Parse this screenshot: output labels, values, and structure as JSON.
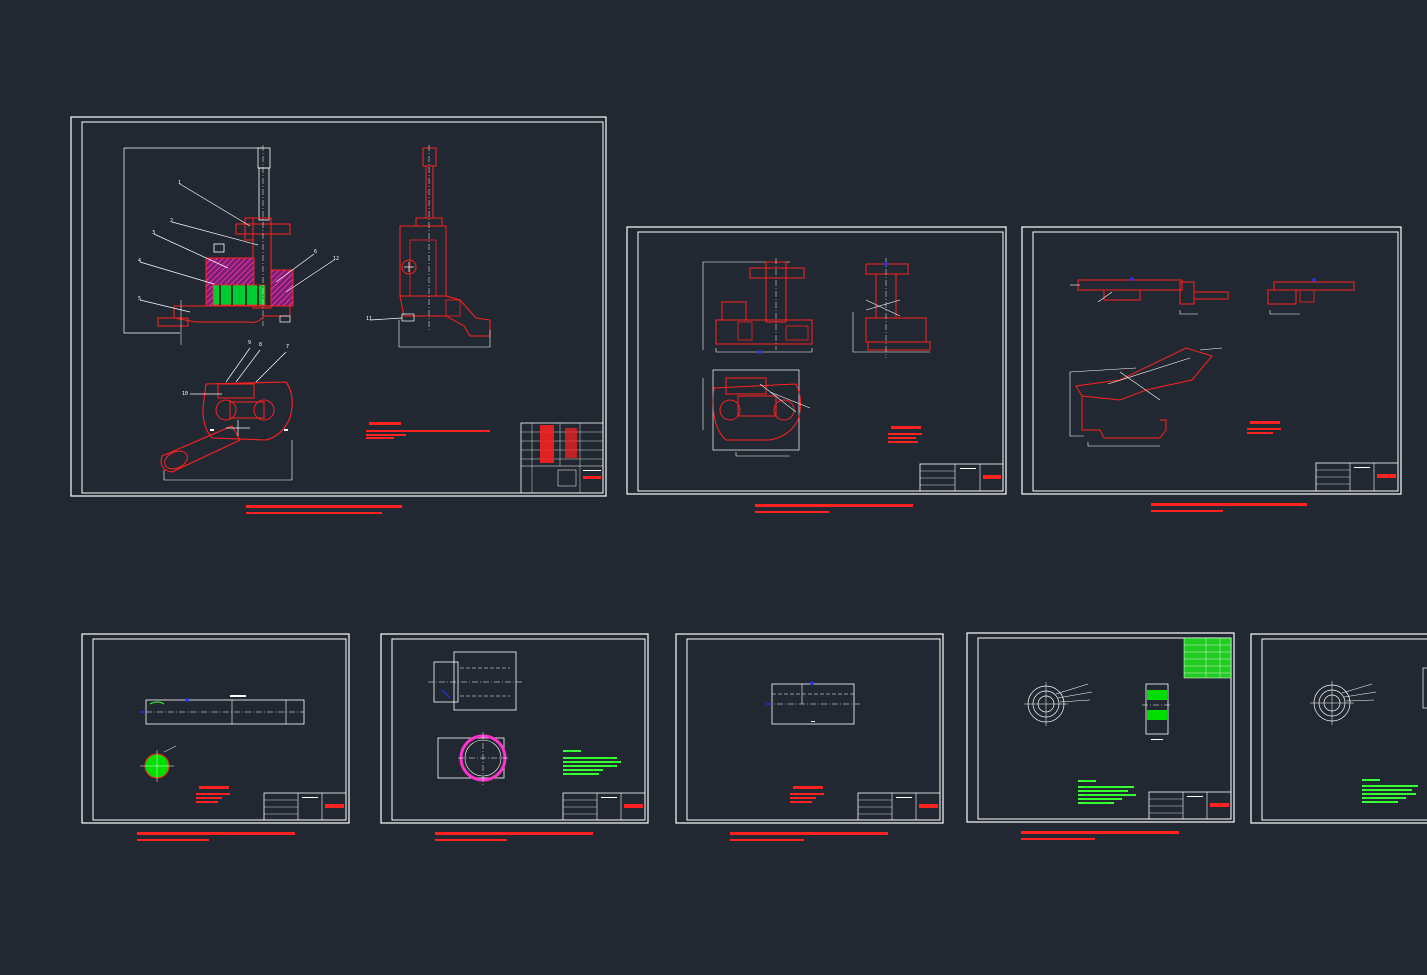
{
  "colors": {
    "background": "#222831",
    "frame": "#ffffff",
    "outline": "#ff0000",
    "hatch": "#ff00ff",
    "fill": "#00dd00",
    "note": "#33ff33",
    "dim": "#ffffff",
    "marker": "#2233ff"
  },
  "assembly_balloons": [
    "1",
    "2",
    "3",
    "4",
    "5",
    "6",
    "7",
    "8",
    "9",
    "10",
    "11",
    "12"
  ]
}
